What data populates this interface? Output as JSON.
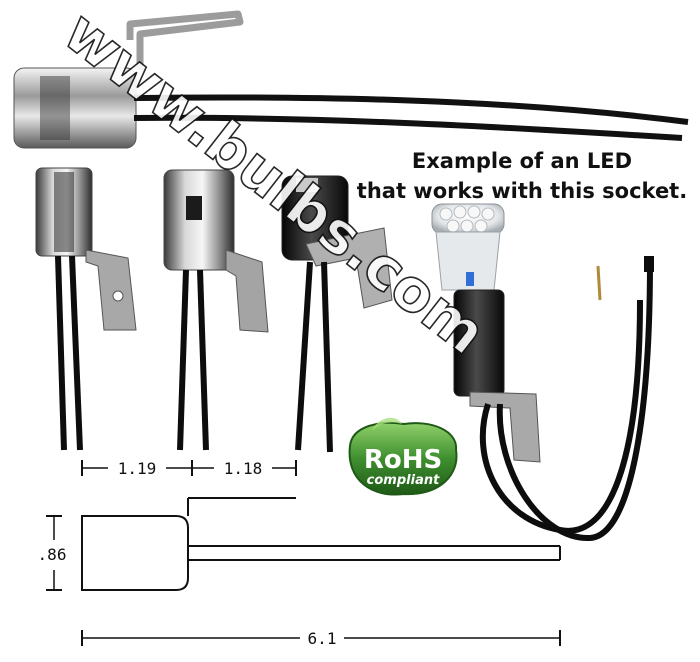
{
  "caption": {
    "line1": "Example of an LED",
    "line2": "that works with this socket."
  },
  "dimensions": {
    "spacing_1": "1.19",
    "spacing_2": "1.18",
    "height": ".86",
    "length": "6.1"
  },
  "badge": {
    "title": "RoHS",
    "subtitle": "compliant",
    "color": "#3f8f2f"
  },
  "watermark": {
    "text": "www.bulbs.com"
  }
}
